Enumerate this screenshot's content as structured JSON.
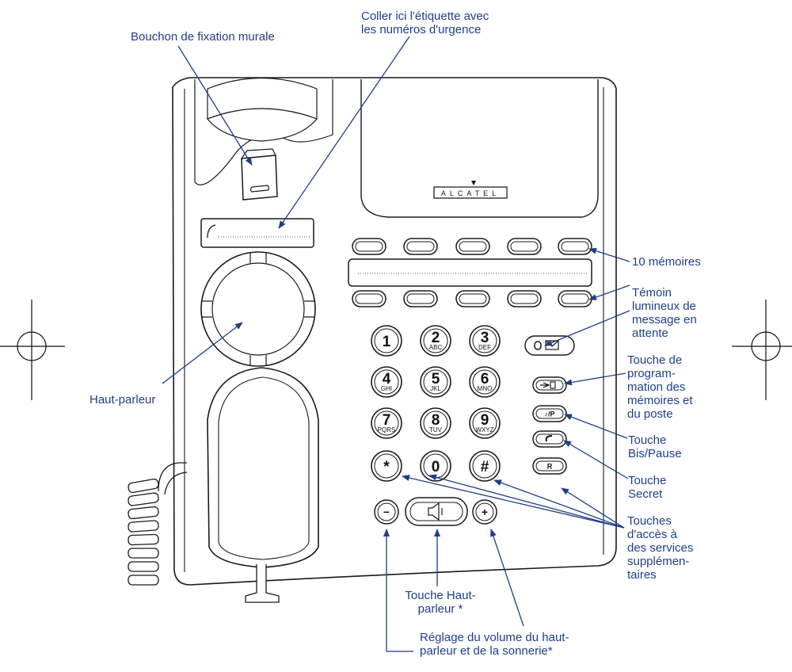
{
  "labels": {
    "wall_plug": "Bouchon de fixation murale",
    "emergency_label": "Coller ici l'étiquette avec\nles numéros d'urgence",
    "memories": "10 mémoires",
    "message_led": "Témoin\nlumineux de\nmessage en\nattente",
    "programming_key": "Touche de\nprogram-\nmation des\nmémoires et\ndu poste",
    "redial_key": "Touche\nBis/Pause",
    "mute_key": "Touche\nSecret",
    "service_keys": "Touches\nd'accès à\ndes services\nsupplémen-\ntaires",
    "speaker": "Haut-parleur",
    "speaker_key": "Touche Haut-\nparleur *",
    "volume": "Réglage du volume du haut-\nparleur et de la sonnerie*"
  },
  "phone": {
    "brand": "ALCATEL",
    "keypad": [
      {
        "digit": "1",
        "letters": ""
      },
      {
        "digit": "2",
        "letters": "ABC"
      },
      {
        "digit": "3",
        "letters": "DEF"
      },
      {
        "digit": "4",
        "letters": "GHI"
      },
      {
        "digit": "5",
        "letters": "JKL"
      },
      {
        "digit": "6",
        "letters": "MNO"
      },
      {
        "digit": "7",
        "letters": "PQRS"
      },
      {
        "digit": "8",
        "letters": "TUV"
      },
      {
        "digit": "9",
        "letters": "WXYZ"
      },
      {
        "digit": "*",
        "letters": ""
      },
      {
        "digit": "0",
        "letters": ""
      },
      {
        "digit": "#",
        "letters": ""
      }
    ],
    "side_keys": [
      "",
      "♪/P",
      "",
      "R"
    ],
    "volume_minus": "−",
    "volume_plus": "+"
  },
  "colors": {
    "label": "#1d3f86",
    "leader": "#1d3f86",
    "outline": "#1a1a1a"
  }
}
